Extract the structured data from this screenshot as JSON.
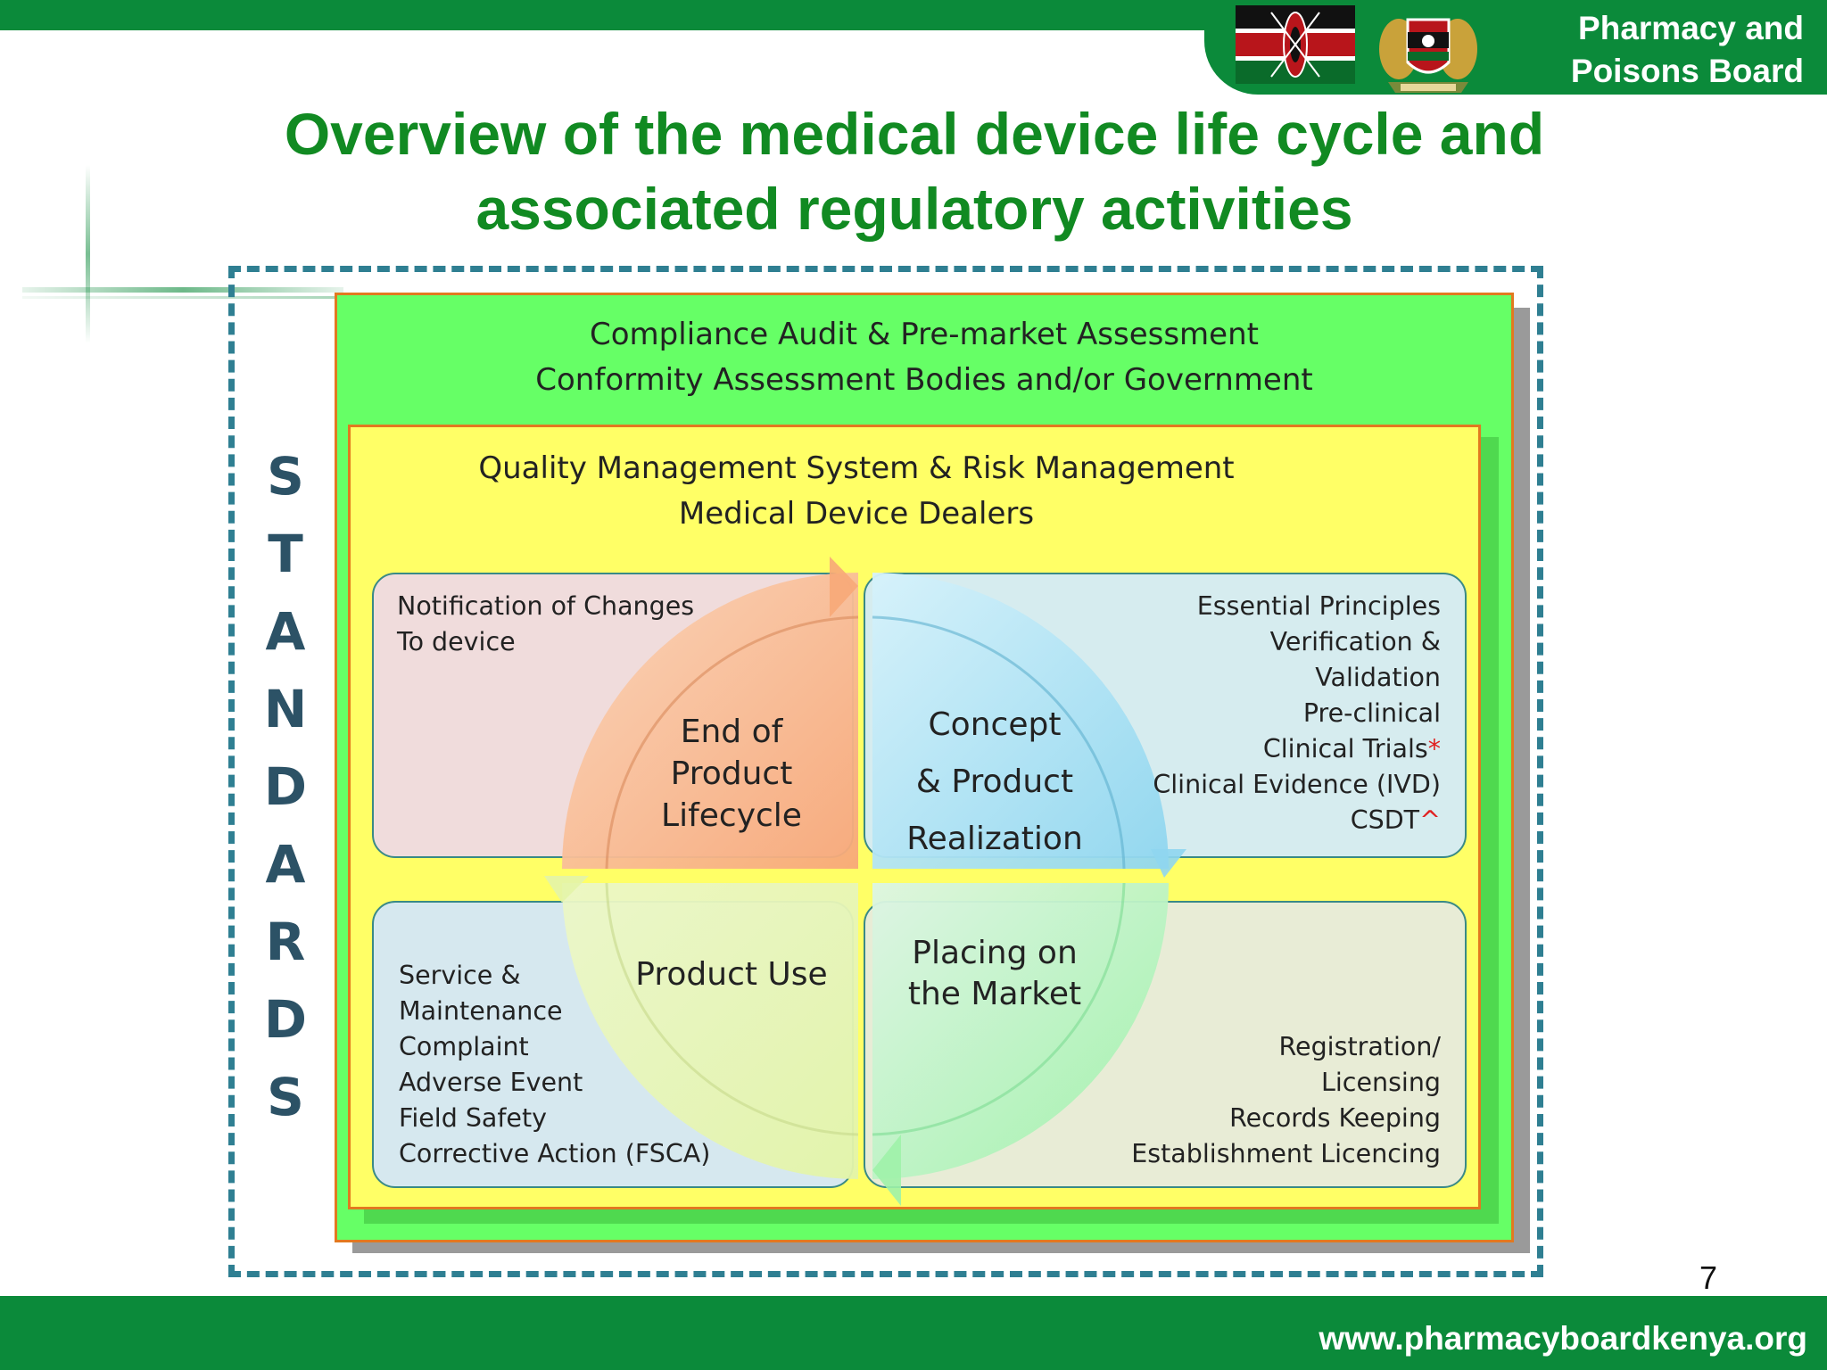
{
  "header": {
    "org_line1": "Pharmacy and",
    "org_line2": "Poisons Board",
    "title_line1": "Overview of the medical device life cycle and",
    "title_line2": "associated regulatory activities"
  },
  "diagram": {
    "standards_letters": [
      "S",
      "T",
      "A",
      "N",
      "D",
      "A",
      "R",
      "D",
      "S"
    ],
    "outer_box": {
      "line1": "Compliance Audit & Pre-market Assessment",
      "line2": "Conformity Assessment Bodies and/or Government"
    },
    "inner_box": {
      "line1": "Quality Management System & Risk Management",
      "line2": "Medical Device Dealers"
    },
    "quadrants": {
      "top_left": [
        "Notification of Changes",
        "To device"
      ],
      "top_right": [
        "Essential Principles",
        "Verification &",
        "Validation",
        "Pre-clinical",
        "Clinical Trials",
        "Clinical Evidence (IVD)",
        "CSDT"
      ],
      "top_right_marks": {
        "clinical_trials": "*",
        "csdt": "^"
      },
      "bottom_left": [
        "Service &",
        "Maintenance",
        "Complaint",
        "Adverse Event",
        "Field Safety",
        "Corrective Action (FSCA)"
      ],
      "bottom_right": [
        "Registration/",
        "Licensing",
        "Records Keeping",
        "Establishment Licencing"
      ]
    },
    "cycle": {
      "end_of_life": [
        "End of",
        "Product",
        "Lifecycle"
      ],
      "concept": [
        "Concept",
        "& Product",
        "Realization"
      ],
      "product_use": "Product Use",
      "placing": [
        "Placing on",
        "the Market"
      ]
    }
  },
  "colors": {
    "brand_green": "#0b8a3a",
    "title_green": "#118a22",
    "outer_box": "#66ff66",
    "inner_box": "#ffff66",
    "border_orange": "#e2791f",
    "dash_blue": "#2f7f92"
  },
  "footer": {
    "url": "www.pharmacyboardkenya.org",
    "page_number": "7"
  }
}
